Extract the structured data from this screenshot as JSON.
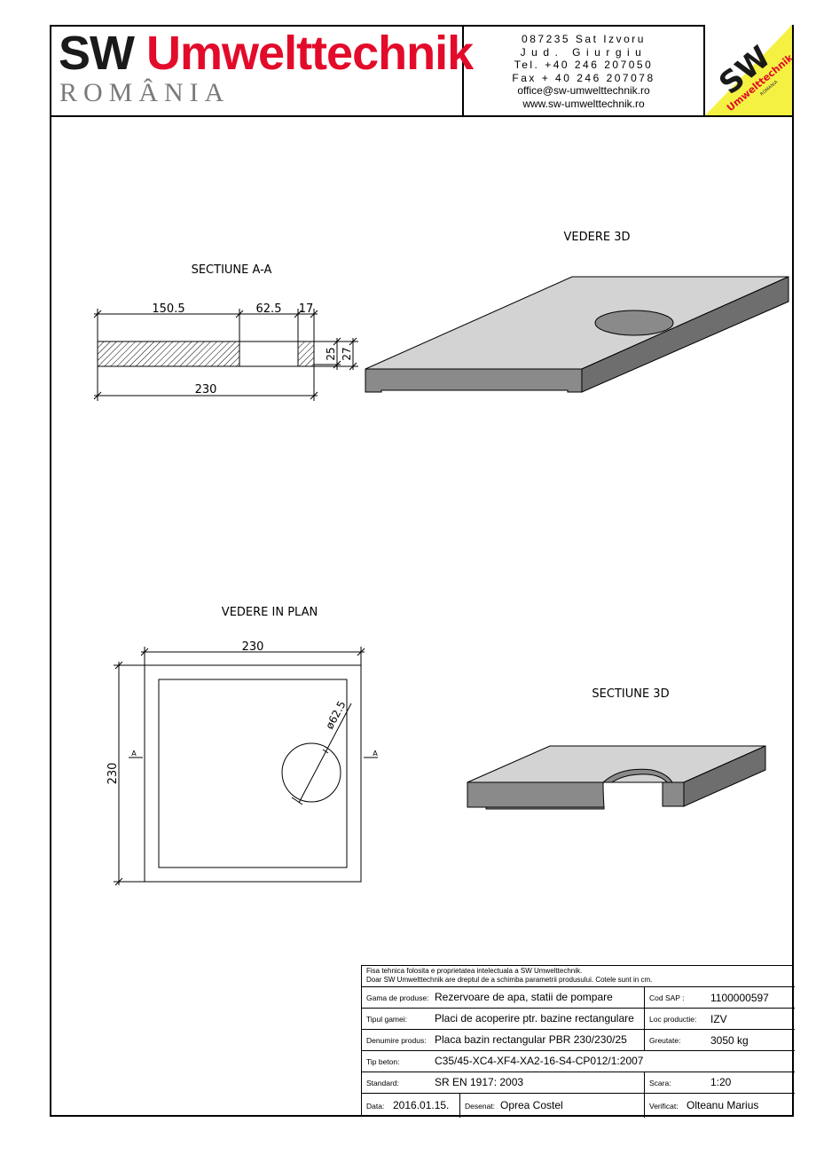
{
  "header": {
    "logo_sw": "SW",
    "logo_name": "Umwelttechnik",
    "logo_country": "ROMÂNIA",
    "contact": {
      "line1": "087235 Sat Izvoru",
      "line2": "Jud. Giurgiu",
      "line3": "Tel. +40 246 207050",
      "line4": "Fax + 40 246 207078",
      "email": "office@sw-umwelttechnik.ro",
      "web": "www.sw-umwelttechnik.ro"
    },
    "badge": {
      "sw": "SW",
      "name": "Umwelttechnik",
      "country": "ROMANIA"
    },
    "colors": {
      "brand_red": "#e30b2a",
      "badge_yellow": "#f4f142"
    }
  },
  "drawing": {
    "section_aa": {
      "title": "SECTIUNE A-A",
      "dim_top": [
        "150.5",
        "62.5",
        "17"
      ],
      "dim_total": "230",
      "dim_h1": "25",
      "dim_h2": "27"
    },
    "view_3d": {
      "title": "VEDERE 3D"
    },
    "plan": {
      "title": "VEDERE IN PLAN",
      "dim_width": "230",
      "dim_height": "230",
      "dim_hole": "ø62.5",
      "section_mark": "A"
    },
    "section_3d": {
      "title": "SECTIUNE 3D"
    }
  },
  "title_block": {
    "note1": "Fisa tehnica folosita e proprietatea intelectuala a SW Umwelttechnik.",
    "note2": "Doar SW Umwelttechnik are dreptul de a schimba parametrii produsului. Cotele sunt in cm.",
    "gama_label": "Gama de produse:",
    "gama_value": "Rezervoare de apa, statii de pompare",
    "cod_label": "Cod SAP :",
    "cod_value": "1100000597",
    "tip_label": "Tipul gamei:",
    "tip_value": "Placi de acoperire ptr. bazine rectangulare",
    "loc_label": "Loc productie:",
    "loc_value": "IZV",
    "den_label": "Denumire produs:",
    "den_value": "Placa bazin rectangular PBR 230/230/25",
    "greu_label": "Greutate:",
    "greu_value": "3050 kg",
    "beton_label": "Tip beton:",
    "beton_value": "C35/45-XC4-XF4-XA2-16-S4-CP012/1:2007",
    "std_label": "Standard:",
    "std_value": "SR EN 1917: 2003",
    "scara_label": "Scara:",
    "scara_value": "1:20",
    "data_label": "Data:",
    "data_value": "2016.01.15.",
    "des_label": "Desenat:",
    "des_value": "Oprea Costel",
    "ver_label": "Verificat:",
    "ver_value": "Olteanu Marius"
  }
}
